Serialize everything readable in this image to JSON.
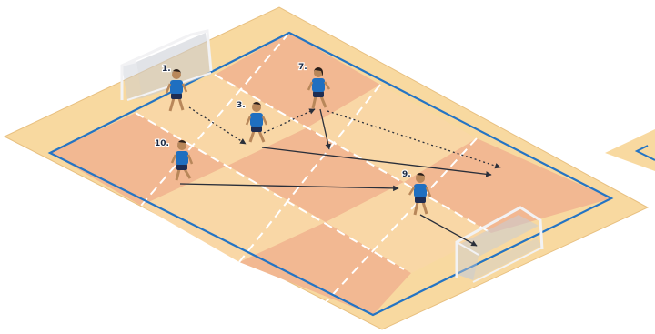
{
  "diagram": {
    "colors": {
      "surround": "#f8d9a0",
      "surround_edge": "#e8c080",
      "zone_dark": "#f2b892",
      "zone_light": "#f9d7a6",
      "boundary_line": "#2474c4",
      "zone_divider": "#ffffff",
      "jersey": "#1f6fc0",
      "shorts": "#1f2d52",
      "skin": "#b8875a",
      "hair": "#2a1f1a",
      "pass_arrow": "#2a2f3a",
      "goal_frame": "#f2f2f4",
      "goal_net": "#c8ccd4"
    },
    "players": [
      {
        "id": "p1",
        "label": "1."
      },
      {
        "id": "p7",
        "label": "7."
      },
      {
        "id": "p3",
        "label": "3."
      },
      {
        "id": "p10",
        "label": "10."
      },
      {
        "id": "p9",
        "label": "9."
      }
    ],
    "arrow_styles": [
      "solid",
      "dotted"
    ]
  }
}
